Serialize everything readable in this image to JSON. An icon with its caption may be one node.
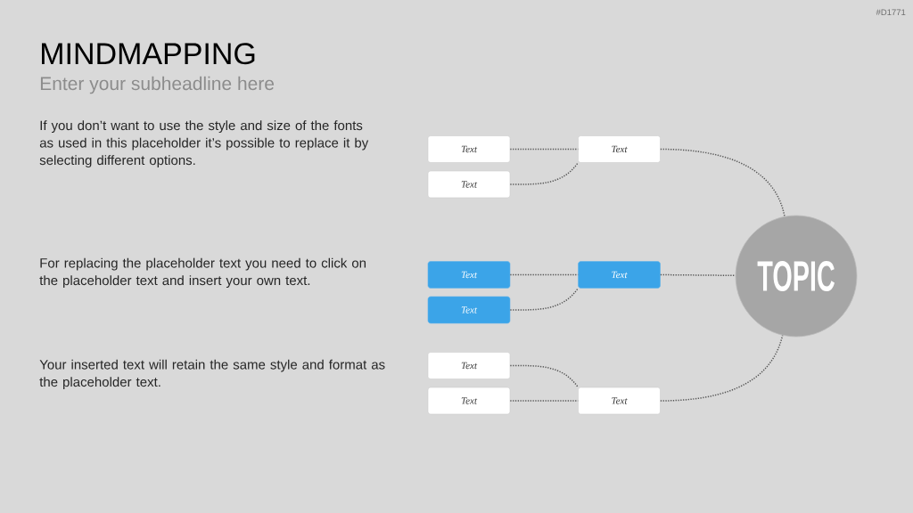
{
  "diagram": {
    "title": "MINDMAPPING",
    "nodes": [
      {
        "text": [
          "Text"
        ]
      },
      {
        "text": [
          "Text"
        ]
      },
      {
        "text": [
          "Text"
        ]
      },
      {
        "text": [
          "Text"
        ]
      },
      {
        "text": [
          "Text"
        ]
      },
      {
        "text": [
          "Text"
        ]
      },
      {
        "text": [
          "Text"
        ]
      },
      {
        "text": [
          "Text"
        ]
      },
      {
        "text": [
          "Text"
        ]
      },
      {
        "text": [
          "TOPIC"
        ]
      }
    ],
    "edges": [
      {
        "from": 0,
        "to": 1,
        "arrow": "none"
      },
      {
        "from": 2,
        "to": 1,
        "arrow": "none"
      },
      {
        "from": 1,
        "to": 9,
        "arrow": "none"
      },
      {
        "from": 3,
        "to": 4,
        "arrow": "none"
      },
      {
        "from": 5,
        "to": 4,
        "arrow": "none"
      },
      {
        "from": 4,
        "to": 9,
        "arrow": "none"
      },
      {
        "from": 6,
        "to": 8,
        "arrow": "none"
      },
      {
        "from": 7,
        "to": 8,
        "arrow": "none"
      },
      {
        "from": 8,
        "to": 9,
        "arrow": "none"
      }
    ],
    "labels": [
      "#D1771",
      "Enter your subheadline here",
      "If you don’t want to use the style and size of the fonts as used in this placeholder it’s possible to replace it by selecting different options.",
      "For replacing the placeholder text you need to click on the placeholder text and insert your own text.",
      "Your inserted text will retain the same style and format as the placeholder text."
    ]
  }
}
